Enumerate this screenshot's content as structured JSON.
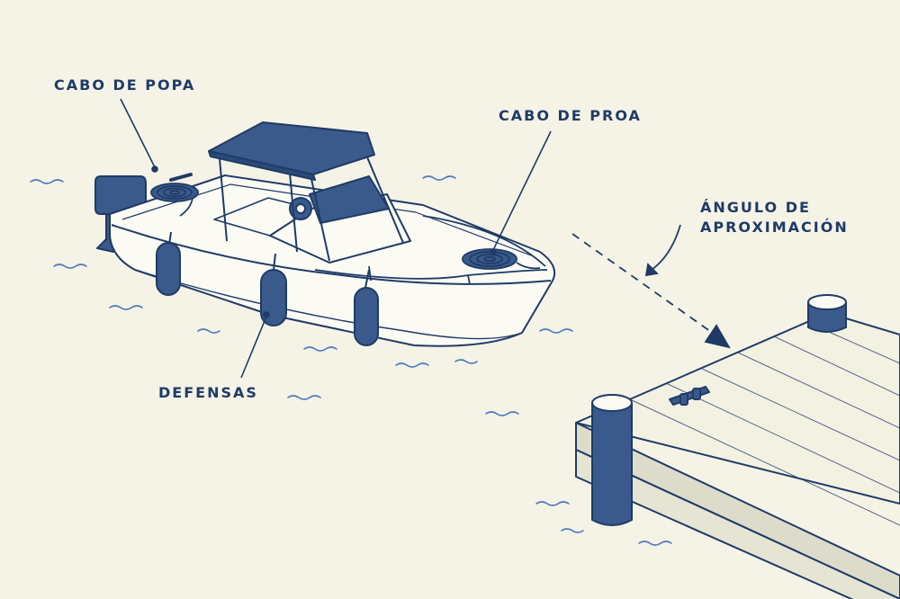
{
  "labels": {
    "stern_line": "CABO DE POPA",
    "bow_line": "CABO DE PROA",
    "approach_angle_line1": "ÁNGULO DE",
    "approach_angle_line2": "APROXIMACIÓN",
    "fenders": "DEFENSAS"
  },
  "colors": {
    "background": "#f5f3e6",
    "ink": "#1f3b66",
    "accent_navy": "#3a5a8c",
    "water": "#4f7bbf",
    "hull": "#fbfaf3",
    "dock": "#ecebdc"
  }
}
